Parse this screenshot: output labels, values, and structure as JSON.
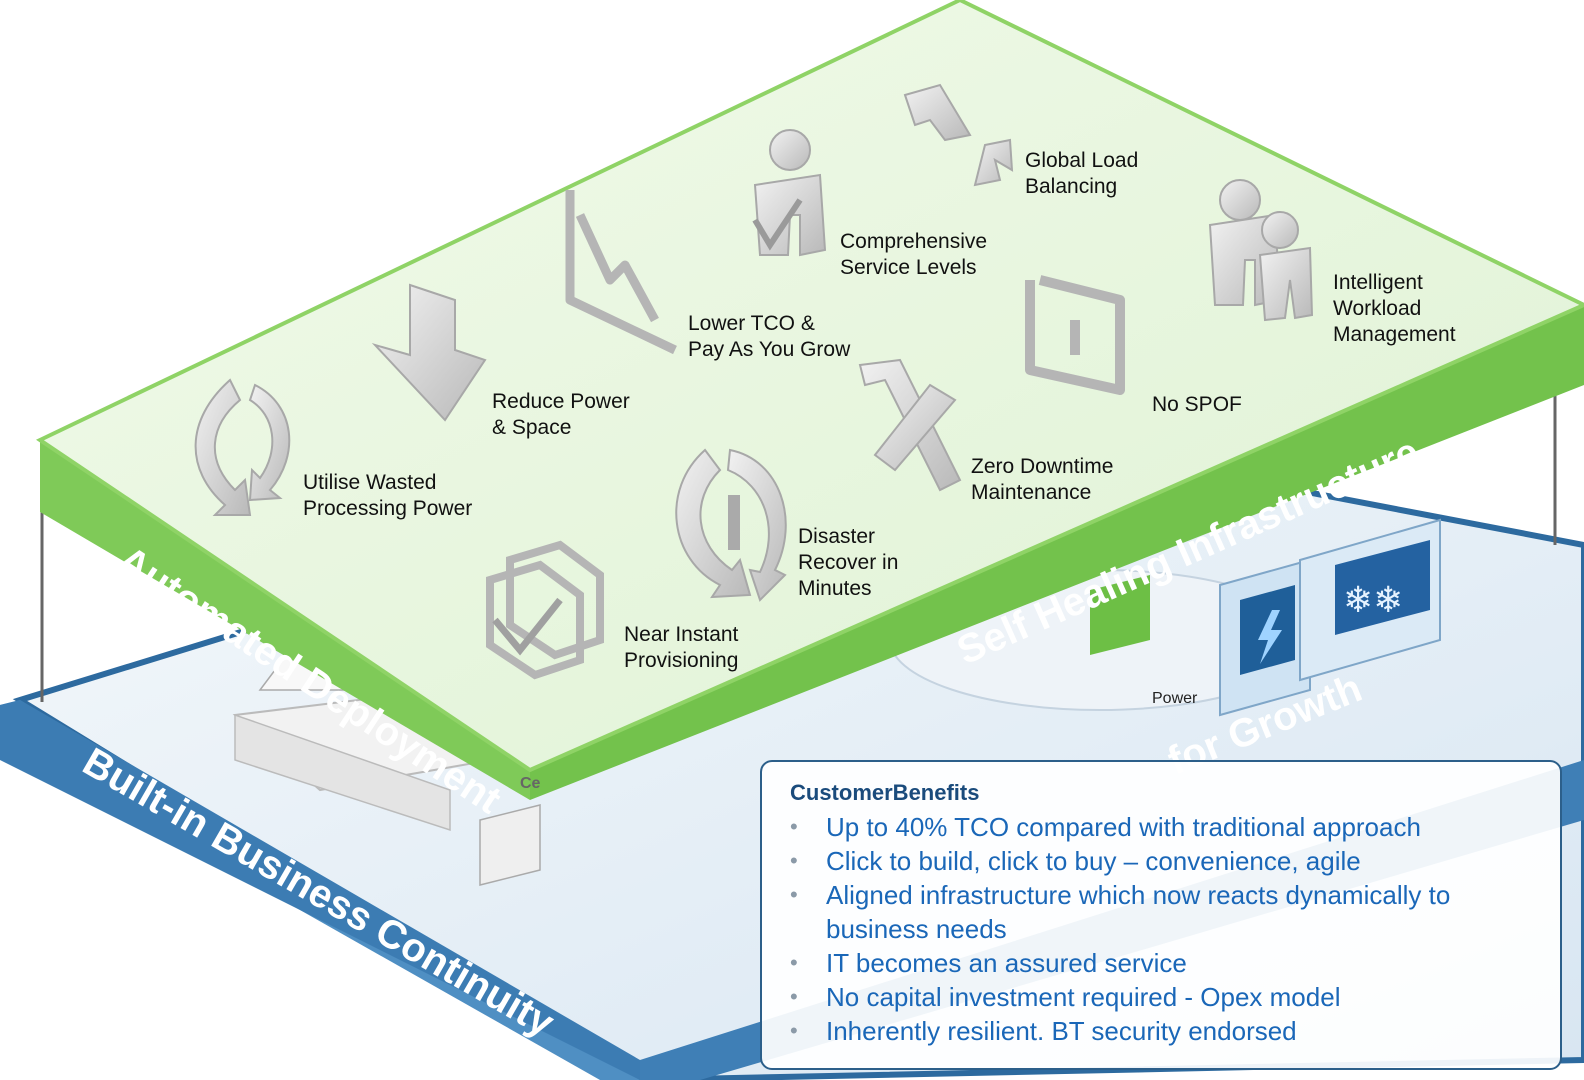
{
  "layers": {
    "top_left_edge": "Automated Deployment",
    "top_right_edge": "Self Healing Infrastructure",
    "bottom_left_edge": "Built-in Business Continuity",
    "bottom_right_edge": "for Growth"
  },
  "items": [
    {
      "id": "utilise",
      "label": "Utilise Wasted\nProcessing Power",
      "icon": "recycle-arrows-icon"
    },
    {
      "id": "reduce",
      "label": "Reduce Power\n& Space",
      "icon": "down-arrow-icon"
    },
    {
      "id": "lower-tco",
      "label": "Lower TCO &\nPay As You Grow",
      "icon": "decline-chart-icon"
    },
    {
      "id": "service-levels",
      "label": "Comprehensive\nService Levels",
      "icon": "person-check-icon"
    },
    {
      "id": "load-balancing",
      "label": "Global Load\nBalancing",
      "icon": "converging-arrows-icon"
    },
    {
      "id": "workload",
      "label": "Intelligent\nWorkload\nManagement",
      "icon": "people-icon"
    },
    {
      "id": "no-spof",
      "label": "No SPOF",
      "icon": "loop-arrows-icon"
    },
    {
      "id": "zero-downtime",
      "label": "Zero Downtime\nMaintenance",
      "icon": "wrench-hammer-icon"
    },
    {
      "id": "disaster",
      "label": "Disaster\nRecover in\nMinutes",
      "icon": "circular-arrows-icon"
    },
    {
      "id": "provisioning",
      "label": "Near Instant\nProvisioning",
      "icon": "stacked-windows-icon"
    }
  ],
  "lower_labels": {
    "power": "Power",
    "partial": "Ce"
  },
  "benefits": {
    "title": "CustomerBenefits",
    "items": [
      "Up to 40% TCO compared with traditional approach",
      "Click to build, click to buy – convenience, agile",
      "Aligned infrastructure which now reacts dynamically to business needs",
      "IT becomes an assured service",
      "No capital investment required - Opex model",
      "Inherently resilient. BT security endorsed"
    ]
  },
  "colors": {
    "top_fill": "#e8f5e0",
    "top_edge": "#86cf5a",
    "bottom_fill": "#dbe9f5",
    "bottom_edge": "#3b78ad",
    "icon_grey": "#c9c9c9",
    "benefit_text": "#1a67b8"
  }
}
